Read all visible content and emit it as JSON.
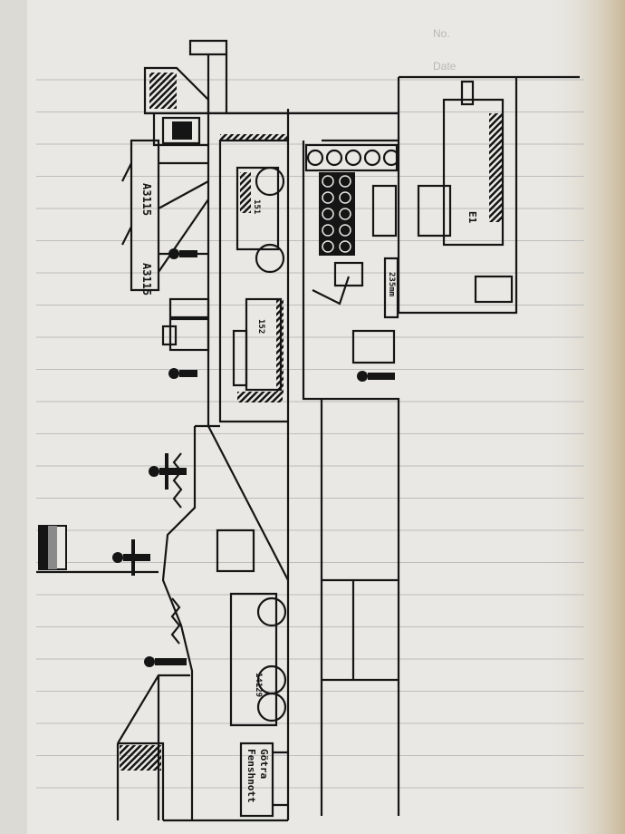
{
  "paper": {
    "header_no": "No.",
    "header_date": "Date",
    "colors": {
      "paper": "#e9e8e4",
      "ink": "#151515",
      "rule": "#bdbdbd",
      "shadow": "#cdbfa5"
    }
  },
  "drawing": {
    "sign_line1": "Fenshnott",
    "sign_line2": "Götra",
    "aircraft_marking_1": "A3115",
    "aircraft_marking_2": "A3115",
    "vehicle_1_number": "151",
    "vehicle_2_number": "152",
    "vehicle_3_number": "14129",
    "ammo_label": "235mm",
    "hangar_vehicle_marking": "E1"
  }
}
